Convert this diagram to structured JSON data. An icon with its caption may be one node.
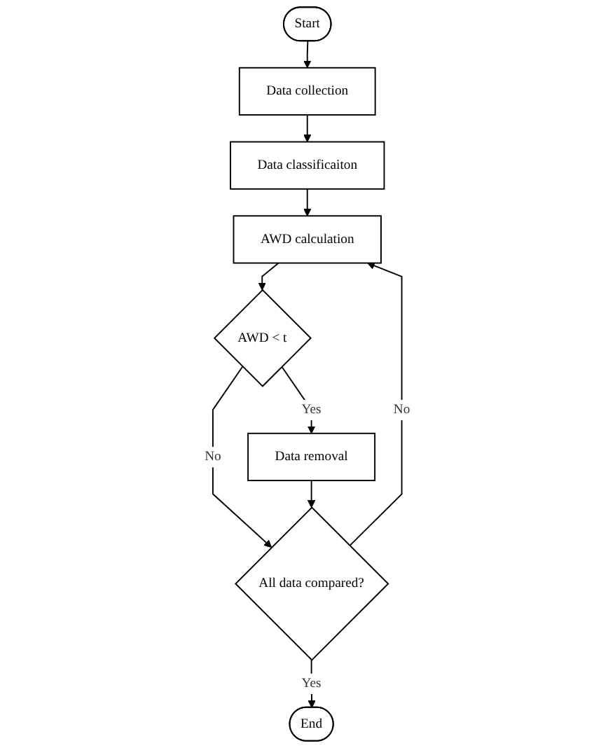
{
  "diagram": {
    "nodes": [
      {
        "text": [
          "Start"
        ]
      },
      {
        "text": [
          "Data collection"
        ]
      },
      {
        "text": [
          "Data classificaiton"
        ]
      },
      {
        "text": [
          "AWD calculation"
        ]
      },
      {
        "text": [
          "AWD < t"
        ]
      },
      {
        "text": [
          "Data removal"
        ]
      },
      {
        "text": [
          "All data compared?"
        ]
      },
      {
        "text": [
          "End"
        ]
      }
    ],
    "edges": [
      {
        "from": 0,
        "to": 1,
        "arrow": "to"
      },
      {
        "from": 1,
        "to": 2,
        "arrow": "to"
      },
      {
        "from": 2,
        "to": 3,
        "arrow": "to"
      },
      {
        "from": 3,
        "to": 4,
        "arrow": "to"
      },
      {
        "from": 4,
        "to": 5,
        "arrow": "to",
        "label": "Yes"
      },
      {
        "from": 4,
        "to": 6,
        "arrow": "to",
        "label": "No"
      },
      {
        "from": 5,
        "to": 6,
        "arrow": "to"
      },
      {
        "from": 6,
        "to": 3,
        "arrow": "to",
        "label": "No"
      },
      {
        "from": 6,
        "to": 7,
        "arrow": "to",
        "label": "Yes"
      }
    ]
  }
}
